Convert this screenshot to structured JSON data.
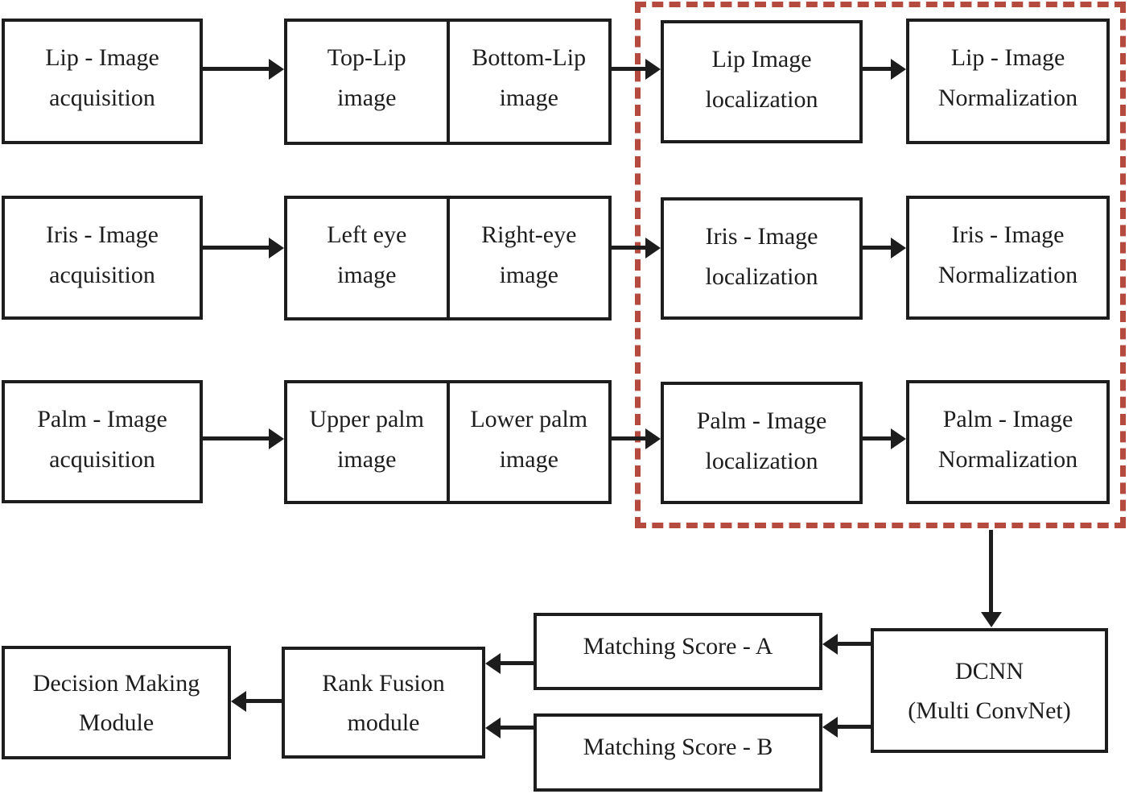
{
  "colors": {
    "ink": "#1d1d1d",
    "accent": "#b54a3e",
    "bg": "#ffffff"
  },
  "pipelines": {
    "lip": {
      "acquisition": {
        "line1": "Lip - Image",
        "line2": "acquisition"
      },
      "split_left": {
        "line1": "Top-Lip",
        "line2": "image"
      },
      "split_right": {
        "line1": "Bottom-Lip",
        "line2": "image"
      },
      "localization": {
        "line1": "Lip Image",
        "line2": "localization"
      },
      "normalization": {
        "line1": "Lip - Image",
        "line2": "Normalization"
      }
    },
    "iris": {
      "acquisition": {
        "line1": "Iris - Image",
        "line2": "acquisition"
      },
      "split_left": {
        "line1": "Left eye",
        "line2": "image"
      },
      "split_right": {
        "line1": "Right-eye",
        "line2": "image"
      },
      "localization": {
        "line1": "Iris - Image",
        "line2": "localization"
      },
      "normalization": {
        "line1": "Iris - Image",
        "line2": "Normalization"
      }
    },
    "palm": {
      "acquisition": {
        "line1": "Palm - Image",
        "line2": "acquisition"
      },
      "split_left": {
        "line1": "Upper palm",
        "line2": "image"
      },
      "split_right": {
        "line1": "Lower palm",
        "line2": "image"
      },
      "localization": {
        "line1": "Palm - Image",
        "line2": "localization"
      },
      "normalization": {
        "line1": "Palm - Image",
        "line2": "Normalization"
      }
    }
  },
  "fusion": {
    "dcnn": {
      "line1": "DCNN",
      "line2": "(Multi ConvNet)"
    },
    "matching_score_a": "Matching Score - A",
    "matching_score_b": "Matching Score - B",
    "rank_fusion": {
      "line1": "Rank Fusion",
      "line2": "module"
    },
    "decision": {
      "line1": "Decision Making",
      "line2": "Module"
    }
  }
}
